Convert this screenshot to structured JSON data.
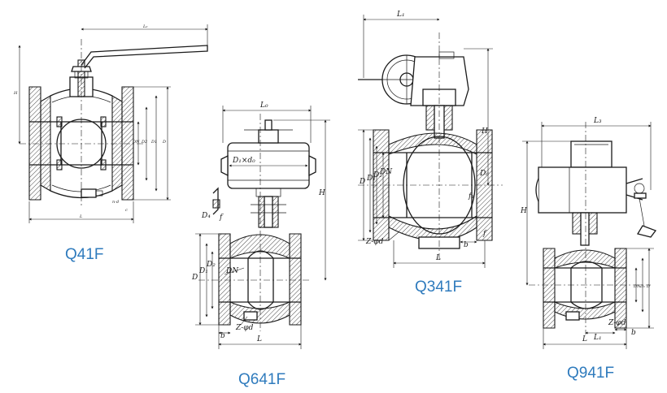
{
  "views": [
    {
      "model": "Q41F",
      "dims": {
        "L": "L",
        "L0": "L0",
        "D": "D",
        "D1": "D1",
        "D2": "D2",
        "DN": "DN",
        "H": "H",
        "n-d": "n-d",
        "c": "c"
      }
    },
    {
      "model": "Q641F",
      "dims": {
        "L0": "L₀",
        "D1xd0": "D₁×d₀",
        "H": "H",
        "D4": "D₄",
        "f": "f",
        "D": "D",
        "D1": "D₁",
        "D2": "D₂",
        "DN": "DN",
        "Zphid": "Z-φd",
        "b": "b",
        "L": "L"
      }
    },
    {
      "model": "Q341F",
      "dims": {
        "L1": "L₁",
        "H": "H",
        "D": "D",
        "D1": "D₁",
        "D2": "D₂",
        "DN": "DN",
        "D6": "D₆",
        "f1": "f₁",
        "Zphid": "Z-φd",
        "b": "b",
        "f": "f",
        "L": "L"
      }
    },
    {
      "model": "Q941F",
      "dims": {
        "L3": "L₃",
        "H": "H",
        "DN": "DN",
        "D1": "D₁",
        "D": "D",
        "L1": "L₁",
        "Zphid": "Z-φd",
        "b": "b",
        "L": "L"
      }
    }
  ],
  "colors": {
    "model_label": "#2f7bbd",
    "line": "#1a1a1a"
  }
}
